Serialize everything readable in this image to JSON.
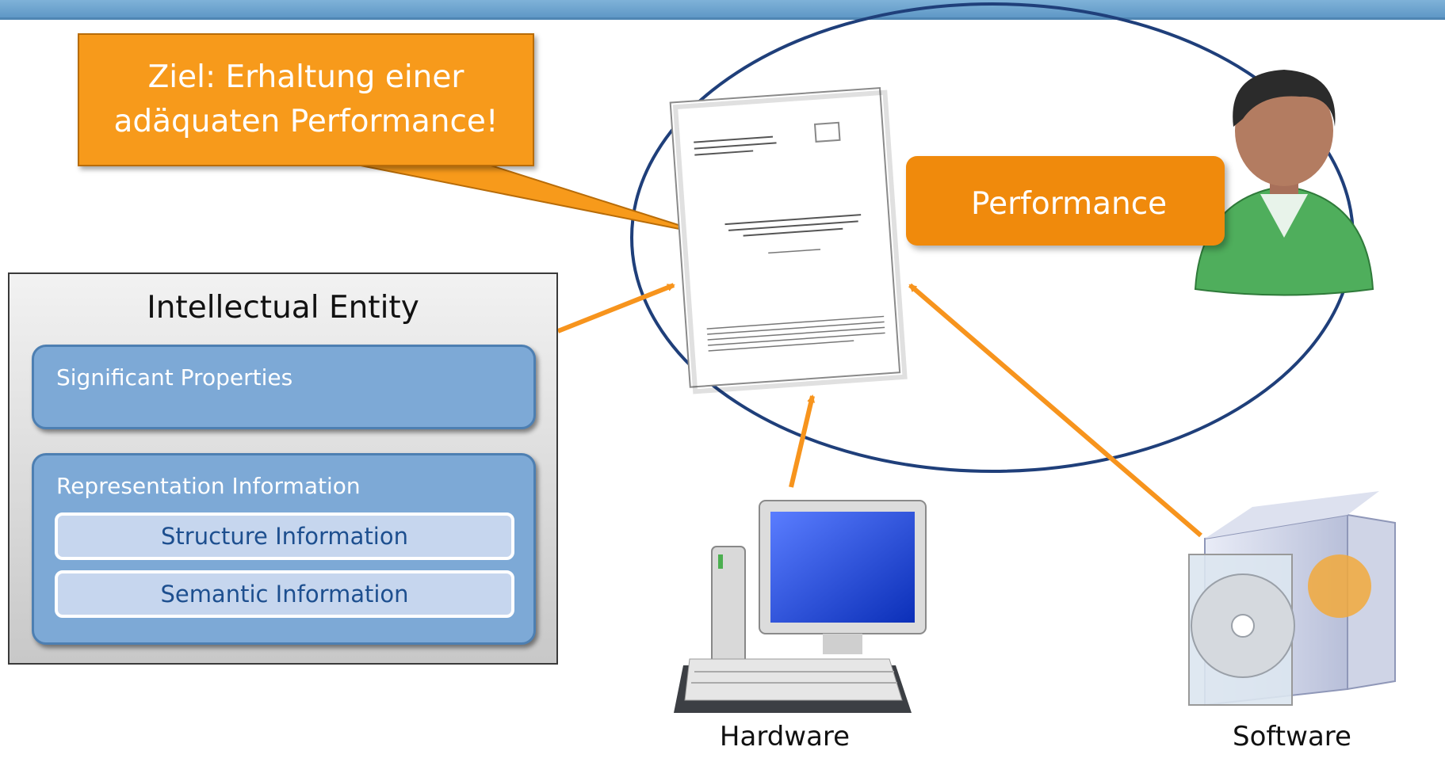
{
  "callout": {
    "line1": "Ziel: Erhaltung einer",
    "line2": "adäquaten Performance!"
  },
  "performance_label": "Performance",
  "intellectual_entity": {
    "title": "Intellectual Entity",
    "significant_properties": "Significant Properties",
    "representation_information": {
      "label": "Representation Information",
      "structure": "Structure Information",
      "semantic": "Semantic Information"
    }
  },
  "hardware_label": "Hardware",
  "software_label": "Software",
  "colors": {
    "orange": "#f79a1b",
    "blue_box": "#7da9d6",
    "navy_ellipse": "#1f3f7a",
    "topbar": "#6fa5d0"
  }
}
